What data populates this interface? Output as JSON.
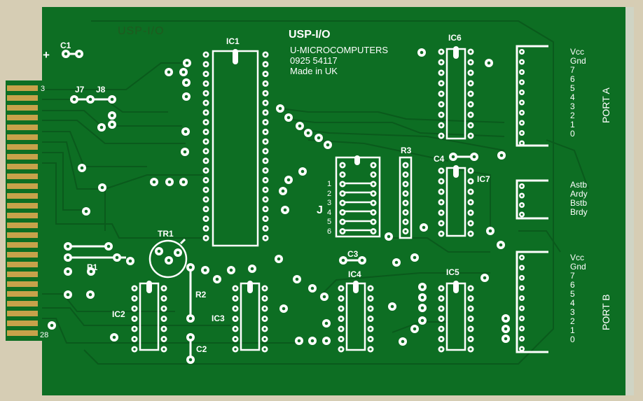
{
  "board": {
    "title": "USP-I/O",
    "ghost_title": "USP-I/O",
    "maker": [
      "U-MICROCOMPUTERS",
      "0925  54117",
      "Made in UK"
    ],
    "colors": {
      "substrate": "#d6cdb4",
      "solder_mask": "#0d6e23",
      "trace": "#0a5a1c",
      "pad": "#ffffff",
      "silk": "#ffffff",
      "contact": "#c7a24a"
    }
  },
  "edge_connector": {
    "pin_top": "3",
    "pin_bottom": "28",
    "polarity": "+"
  },
  "components": {
    "ic1": "IC1",
    "ic2": "IC2",
    "ic3": "IC3",
    "ic4": "IC4",
    "ic5": "IC5",
    "ic6": "IC6",
    "ic7": "IC7",
    "c1": "C1",
    "c2": "C2",
    "c3": "C3",
    "c4": "C4",
    "r1": "R1",
    "r2": "R2",
    "r3": "R3",
    "tr1": "TR1",
    "j": "J",
    "j7": "J7",
    "j8": "J8"
  },
  "jumper_numbers": [
    "1",
    "2",
    "3",
    "4",
    "5",
    "6"
  ],
  "port_a": {
    "title": "PORT A",
    "pins": [
      "Vcc",
      "Gnd",
      "7",
      "6",
      "5",
      "4",
      "3",
      "2",
      "1",
      "0"
    ]
  },
  "handshake": {
    "pins": [
      "Astb",
      "Ardy",
      "Bstb",
      "Brdy"
    ]
  },
  "port_b": {
    "title": "PORT B",
    "pins": [
      "Vcc",
      "Gnd",
      "7",
      "6",
      "5",
      "4",
      "3",
      "2",
      "1",
      "0"
    ]
  }
}
